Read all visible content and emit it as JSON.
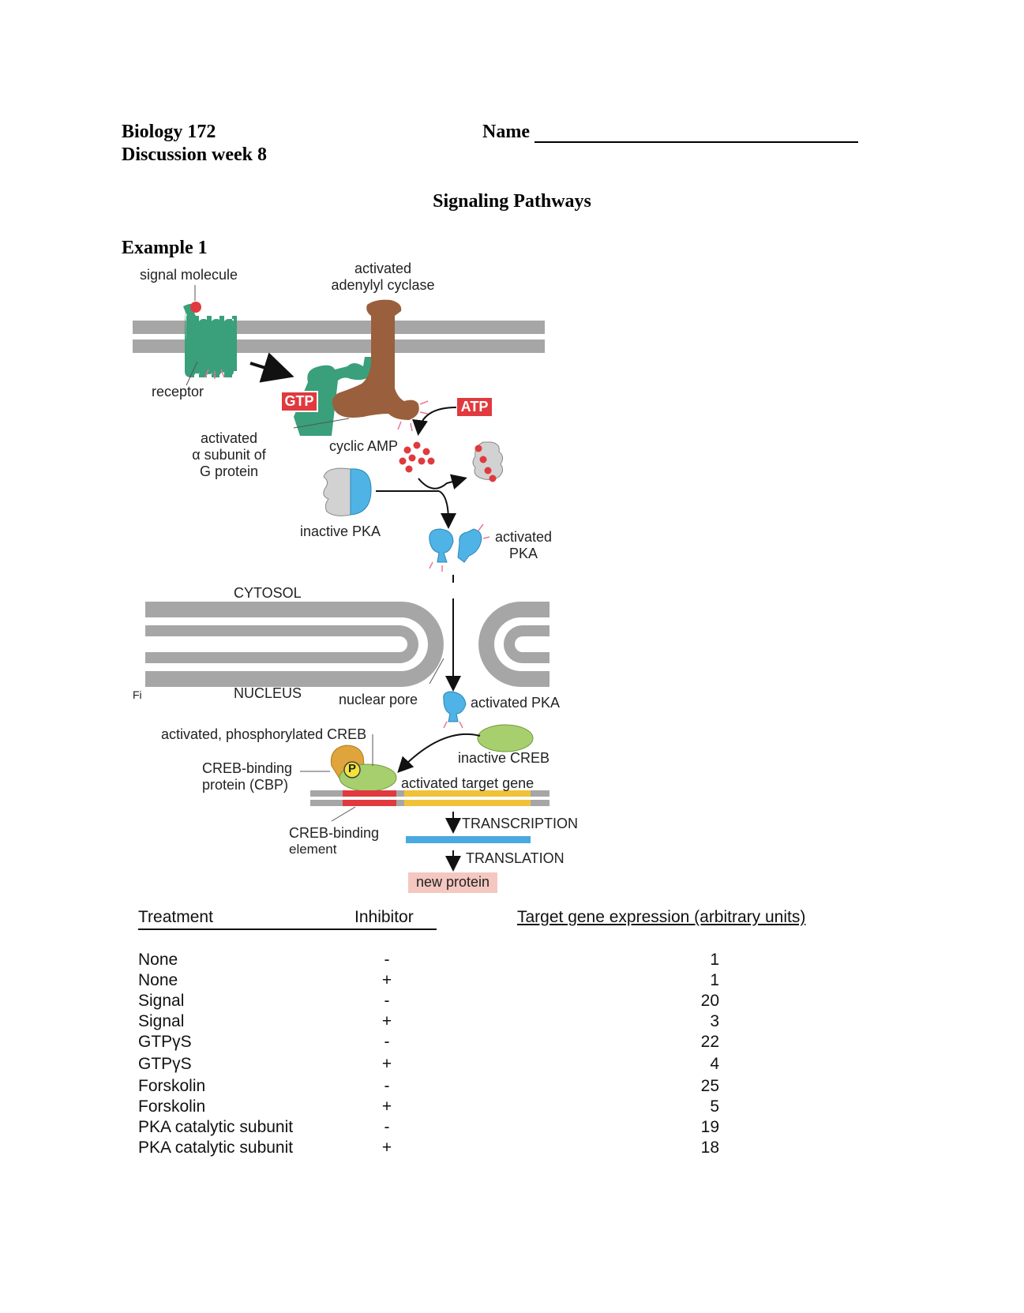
{
  "header": {
    "course": "Biology 172",
    "week": "Discussion week 8",
    "name_label": "Name"
  },
  "title": "Signaling Pathways",
  "example_heading": "Example 1",
  "figure": {
    "labels": {
      "signal_molecule": "signal molecule",
      "activated": "activated",
      "adenylyl_cyclase": "adenylyl cyclase",
      "receptor": "receptor",
      "gtp": "GTP",
      "atp": "ATP",
      "g_alpha_line1": "activated",
      "g_alpha_line2": "α subunit of",
      "g_alpha_line3": "G protein",
      "cyclic_amp": "cyclic AMP",
      "inactive_pka": "inactive PKA",
      "activated_pka_line1": "activated",
      "activated_pka_line2": "PKA",
      "cytosol": "CYTOSOL",
      "nucleus": "NUCLEUS",
      "fi": "Fi",
      "nuclear_pore": "nuclear pore",
      "activated_pka_nuc": "activated PKA",
      "phospho_creb": "activated, phosphorylated CREB",
      "inactive_creb": "inactive CREB",
      "cbp_line1": "CREB-binding",
      "cbp_line2": "protein (CBP)",
      "p": "P",
      "target_gene": "activated target gene",
      "transcription": "TRANSCRIPTION",
      "cre_line1": "CREB-binding",
      "cre_line2": "element",
      "translation": "TRANSLATION",
      "new_protein": "new protein"
    },
    "colors": {
      "membrane": "#a6a6a6",
      "receptor": "#3a9f7b",
      "cyclase": "#9a5f3c",
      "pka_catalytic": "#4fb3e6",
      "pka_regulatory": "#cfcfcf",
      "creb": "#a8cf6e",
      "cbp": "#e0a43c",
      "red": "#e03a3e",
      "gene_yellow": "#f0c23a",
      "mrna": "#49a9e0",
      "new_protein_bg": "#f4c7c0"
    }
  },
  "table": {
    "headers": {
      "treatment": "Treatment",
      "inhibitor": "Inhibitor",
      "expression": "Target gene expression (arbitrary units)"
    },
    "rows": [
      {
        "treatment": "None",
        "inhibitor": "-",
        "expression": "1"
      },
      {
        "treatment": "None",
        "inhibitor": "+",
        "expression": "1"
      },
      {
        "treatment": "Signal",
        "inhibitor": "-",
        "expression": "20"
      },
      {
        "treatment": "Signal",
        "inhibitor": "+",
        "expression": "3"
      },
      {
        "treatment": "GTPγS",
        "inhibitor": "-",
        "expression": "22"
      },
      {
        "treatment": "GTPγS",
        "inhibitor": "+",
        "expression": "4"
      },
      {
        "treatment": "Forskolin",
        "inhibitor": "-",
        "expression": "25"
      },
      {
        "treatment": "Forskolin",
        "inhibitor": "+",
        "expression": "5"
      },
      {
        "treatment": "PKA catalytic subunit",
        "inhibitor": "-",
        "expression": "19"
      },
      {
        "treatment": "PKA catalytic subunit",
        "inhibitor": "+",
        "expression": "18"
      }
    ]
  }
}
